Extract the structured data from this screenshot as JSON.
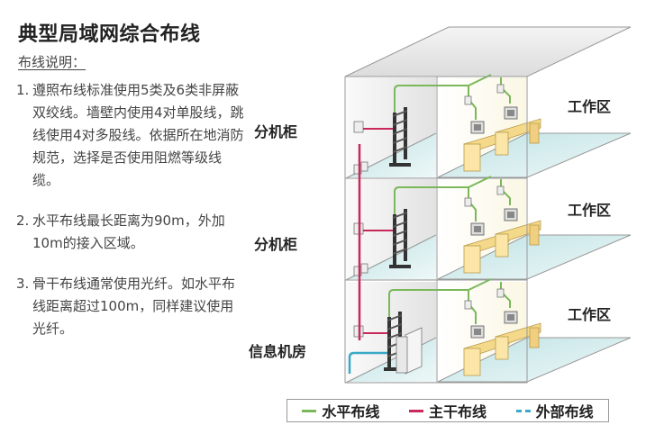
{
  "title": "典型局域网综合布线",
  "subtitle": "布线说明：",
  "notes": [
    {
      "num": "1.",
      "text": "遵照布线标准使用5类及6类非屏蔽双绞线。墙壁内使用4对单股线，跳线使用4对多股线。依据所在地消防规范，选择是否使用阻燃等级线缆。"
    },
    {
      "num": "2.",
      "text": "水平布线最长距离为90m，外加10m的接入区域。"
    },
    {
      "num": "3.",
      "text": "骨干布线通常使用光纤。如水平布线距离超过100m，同样建议使用光纤。"
    }
  ],
  "floors": [
    {
      "left_label": "分机柜",
      "right_label": "工作区"
    },
    {
      "left_label": "分机柜",
      "right_label": "工作区"
    },
    {
      "left_label": "信息机房",
      "right_label": "工作区"
    }
  ],
  "legend": [
    {
      "label": "水平布线",
      "color": "#7ab85a",
      "style": "solid"
    },
    {
      "label": "主干布线",
      "color": "#c8285a",
      "style": "solid"
    },
    {
      "label": "外部布线",
      "color": "#3aa8c8",
      "style": "dashed"
    }
  ],
  "colors": {
    "horizontal": "#7ab85a",
    "backbone": "#c8285a",
    "external": "#3aa8c8",
    "floor": "#cde8ea",
    "desk": "#f5d98a",
    "rack": "#333333"
  }
}
